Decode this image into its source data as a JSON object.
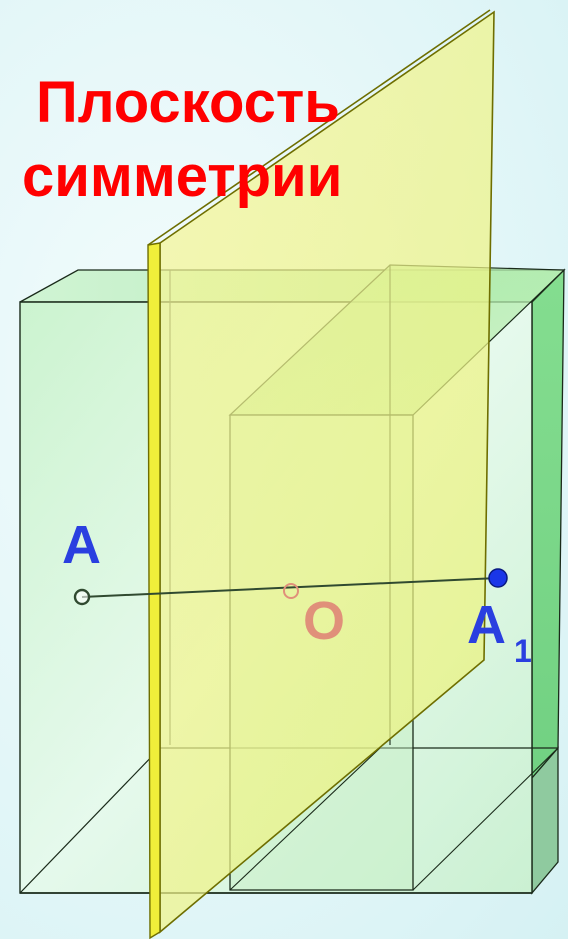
{
  "title": {
    "line1": "Плоскость",
    "line2": "симметрии"
  },
  "labels": {
    "point_a": "A",
    "center_o": "O",
    "point_a1_letter": "A",
    "point_a1_subscript": "1"
  },
  "colors": {
    "background": "#dff5f7",
    "title": "#ff0000",
    "box_fill": "#9fe8a8",
    "box_edge": "#1a2a1a",
    "plane_fill": "#f4f57a",
    "plane_edge": "#8a8a00",
    "label_blue": "#2a3fe0",
    "label_o": "#e0907a",
    "segment": "#304a30"
  }
}
